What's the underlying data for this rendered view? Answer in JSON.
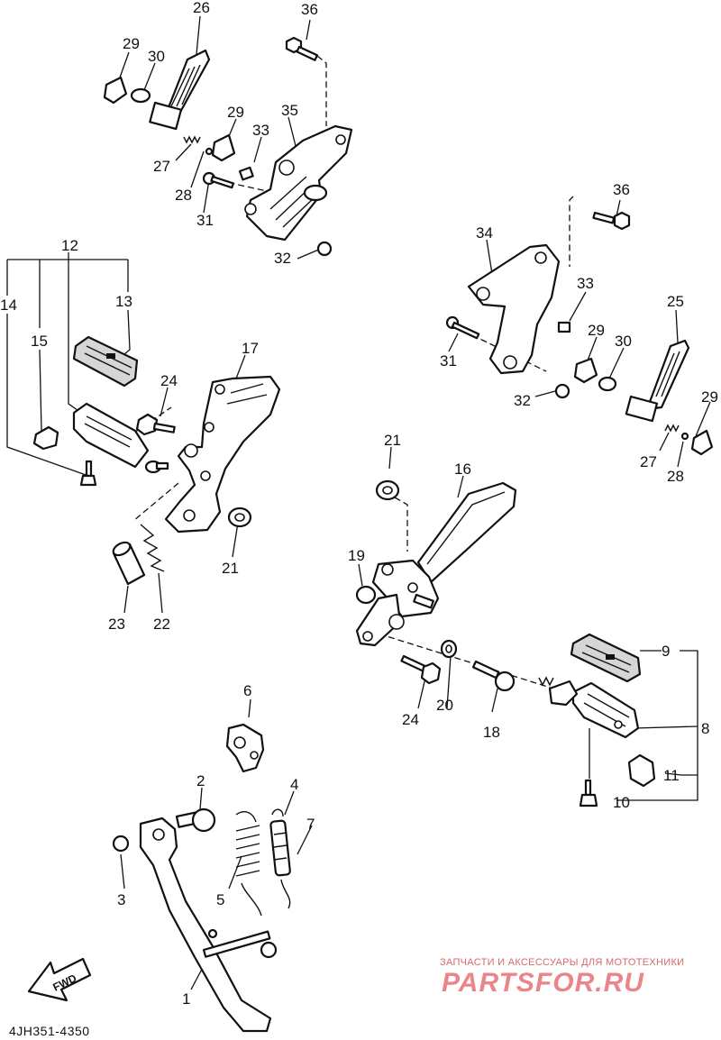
{
  "diagram": {
    "code": "4JH351-4350",
    "fwd_label": "FWD",
    "watermark": {
      "tagline": "ЗАПЧАСТИ И АКСЕССУАРЫ ДЛЯ МОТОТЕХНИКИ",
      "brand": "PARTSFOR.RU"
    },
    "callouts": {
      "c1": "1",
      "c2": "2",
      "c3": "3",
      "c4": "4",
      "c5": "5",
      "c6": "6",
      "c7": "7",
      "c8": "8",
      "c9": "9",
      "c10": "10",
      "c11": "11",
      "c12": "12",
      "c13": "13",
      "c14": "14",
      "c15": "15",
      "c16": "16",
      "c17": "17",
      "c18": "18",
      "c19": "19",
      "c20": "20",
      "c21a": "21",
      "c21b": "21",
      "c22": "22",
      "c23": "23",
      "c24a": "24",
      "c24b": "24",
      "c25": "25",
      "c26": "26",
      "c27a": "27",
      "c27b": "27",
      "c28a": "28",
      "c28b": "28",
      "c29a": "29",
      "c29b": "29",
      "c29c": "29",
      "c29d": "29",
      "c30a": "30",
      "c30b": "30",
      "c31a": "31",
      "c31b": "31",
      "c32a": "32",
      "c32b": "32",
      "c33a": "33",
      "c33b": "33",
      "c34": "34",
      "c35": "35",
      "c36a": "36",
      "c36b": "36"
    }
  }
}
